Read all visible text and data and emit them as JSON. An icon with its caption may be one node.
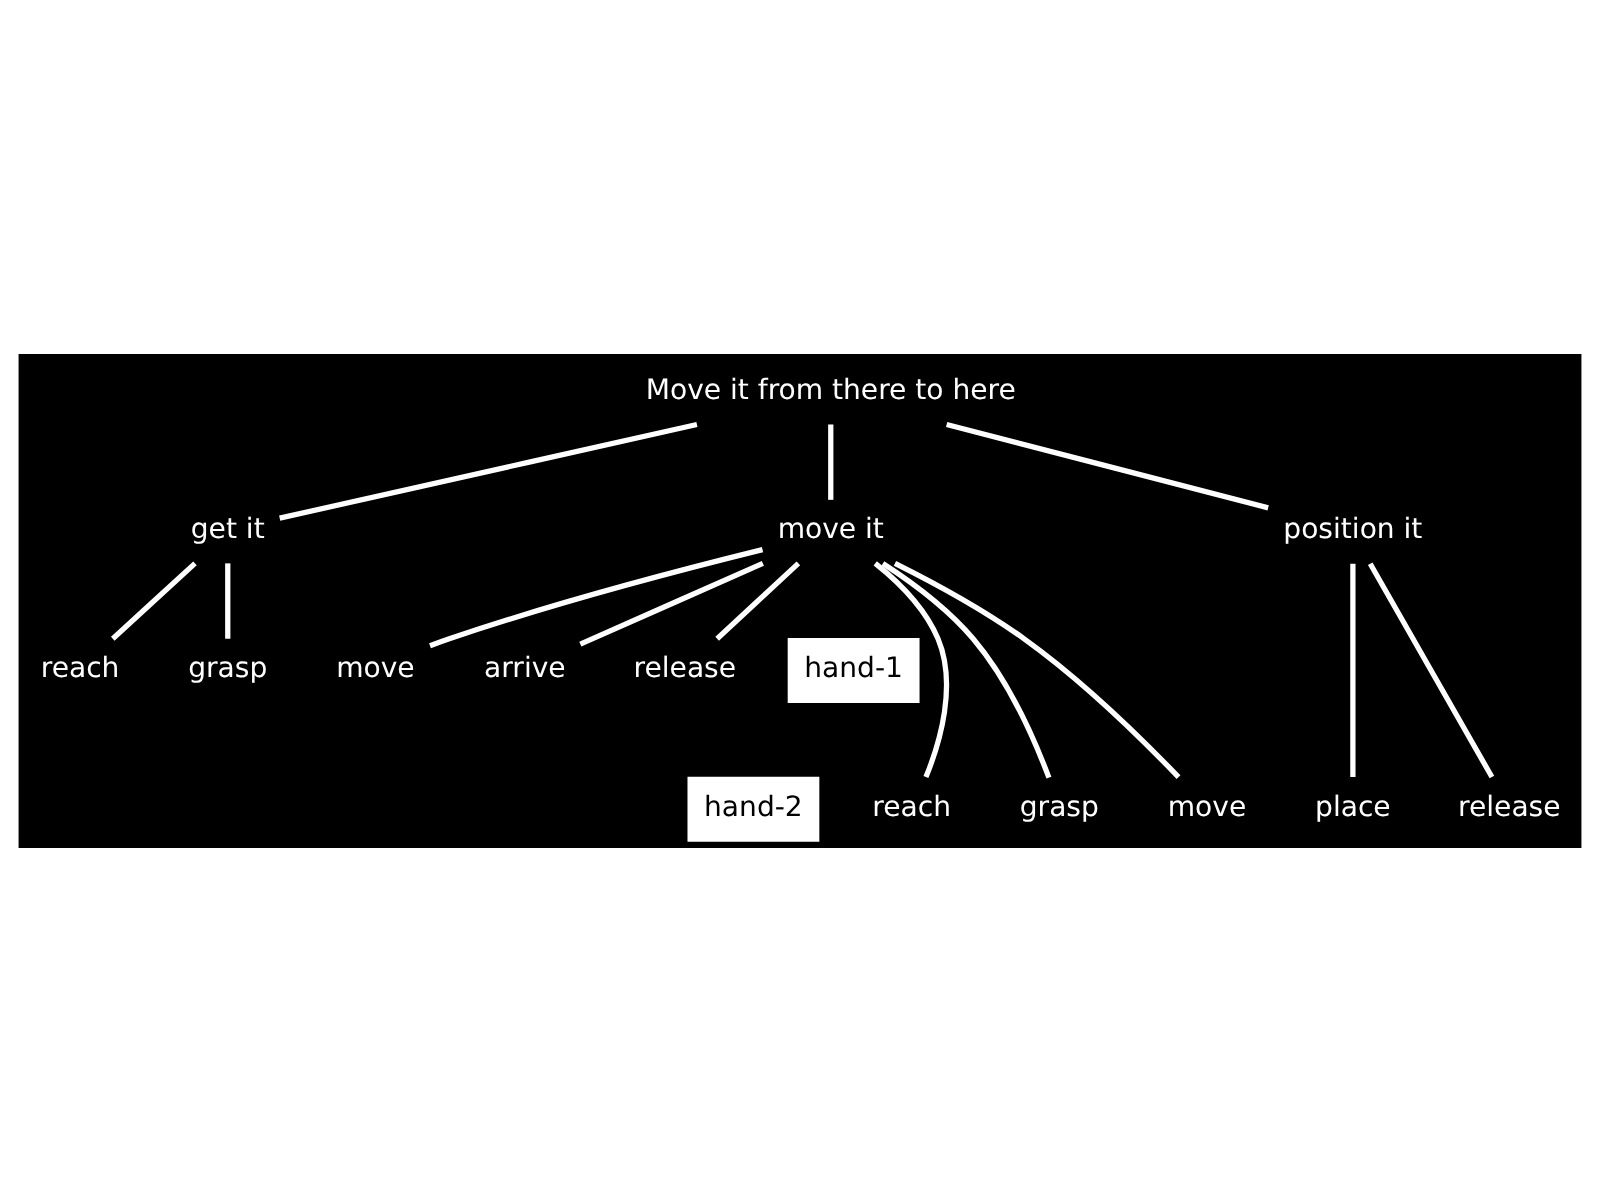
{
  "diagram": {
    "nodes": [
      {
        "text": [
          "Move it from there to here"
        ]
      },
      {
        "text": [
          "get it"
        ]
      },
      {
        "text": [
          "move it"
        ]
      },
      {
        "text": [
          "position it"
        ]
      },
      {
        "text": [
          "reach"
        ]
      },
      {
        "text": [
          "grasp"
        ]
      },
      {
        "text": [
          "move"
        ]
      },
      {
        "text": [
          "arrive"
        ]
      },
      {
        "text": [
          "release"
        ]
      },
      {
        "text": [
          "reach"
        ]
      },
      {
        "text": [
          "grasp"
        ]
      },
      {
        "text": [
          "move"
        ]
      },
      {
        "text": [
          "place"
        ]
      },
      {
        "text": [
          "release"
        ]
      }
    ],
    "edges": [
      {
        "from": 0,
        "to": 1,
        "arrow": "none"
      },
      {
        "from": 0,
        "to": 2,
        "arrow": "none"
      },
      {
        "from": 0,
        "to": 3,
        "arrow": "none"
      },
      {
        "from": 1,
        "to": 4,
        "arrow": "none"
      },
      {
        "from": 1,
        "to": 5,
        "arrow": "none"
      },
      {
        "from": 2,
        "to": 6,
        "arrow": "none"
      },
      {
        "from": 2,
        "to": 7,
        "arrow": "none"
      },
      {
        "from": 2,
        "to": 8,
        "arrow": "none"
      },
      {
        "from": 2,
        "to": 9,
        "arrow": "none"
      },
      {
        "from": 2,
        "to": 10,
        "arrow": "none"
      },
      {
        "from": 2,
        "to": 11,
        "arrow": "none"
      },
      {
        "from": 3,
        "to": 12,
        "arrow": "none"
      },
      {
        "from": 3,
        "to": 13,
        "arrow": "none"
      }
    ],
    "labels": [
      "hand-1",
      "hand-2"
    ]
  }
}
